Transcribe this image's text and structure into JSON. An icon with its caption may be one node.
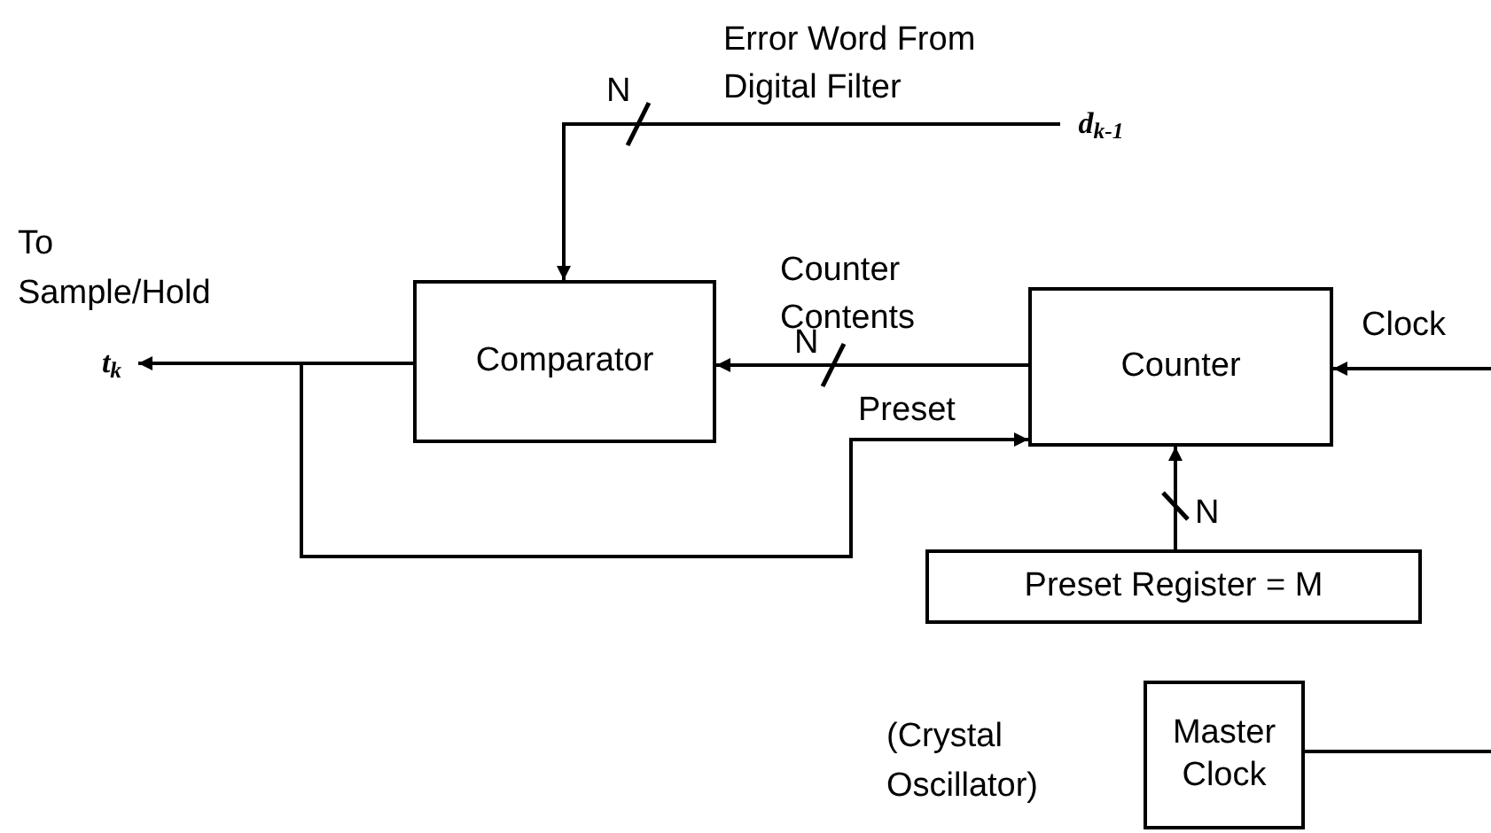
{
  "diagram": {
    "nodes": [
      {
        "text": [
          "Comparator"
        ]
      },
      {
        "text": [
          "Counter"
        ]
      },
      {
        "text": [
          "Preset Register = M"
        ]
      },
      {
        "text": [
          "Master Clock"
        ],
        "beside": [
          "(Crystal Oscillator)"
        ]
      },
      {
        "text": [
          "d$_{k-1}$"
        ]
      },
      {
        "text": [
          "t$_{k}$"
        ],
        "beside": [
          "To Sample/Hold"
        ]
      }
    ],
    "edges": [
      {
        "from": 4,
        "to": 0,
        "arrow": "to",
        "label": "N"
      },
      {
        "from": 1,
        "to": 0,
        "arrow": "to",
        "label": "N"
      },
      {
        "from": 0,
        "to": 5,
        "arrow": "to"
      },
      {
        "from": 0,
        "to": 1,
        "arrow": "to",
        "label": "Preset"
      },
      {
        "from": 2,
        "to": 1,
        "arrow": "to",
        "label": "N"
      },
      {
        "from": null,
        "to": 1,
        "arrow": "to",
        "label": "Clock"
      },
      {
        "from": 3,
        "to": null,
        "arrow": "none"
      }
    ],
    "labels": [
      "Error Word From Digital Filter",
      "Counter Contents"
    ]
  }
}
